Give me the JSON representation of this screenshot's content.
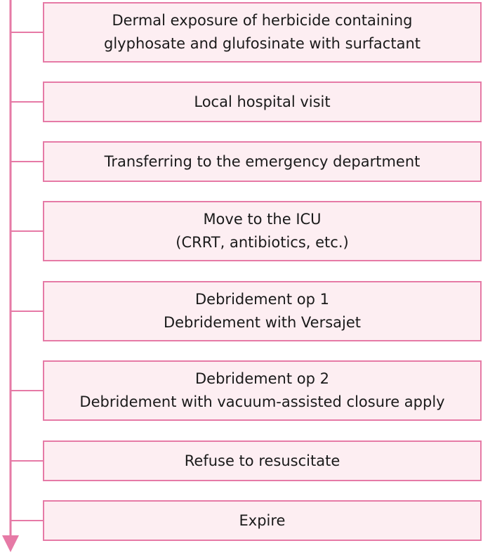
{
  "steps": [
    {
      "lines": [
        "Dermal exposure of herbicide containing",
        "glyphosate and glufosinate with surfactant"
      ]
    },
    {
      "lines": [
        "Local hospital visit"
      ]
    },
    {
      "lines": [
        "Transferring to the emergency department"
      ]
    },
    {
      "lines": [
        "Move to the ICU",
        "(CRRT, antibiotics, etc.)"
      ]
    },
    {
      "lines": [
        "Debridement op 1",
        "Debridement with Versajet"
      ]
    },
    {
      "lines": [
        "Debridement op 2",
        "Debridement with vacuum-assisted closure apply"
      ]
    },
    {
      "lines": [
        "Refuse to resuscitate"
      ]
    },
    {
      "lines": [
        "Expire"
      ]
    }
  ],
  "colors": {
    "accent": "#e67aa6",
    "box_fill": "#fdeef2",
    "text": "#1a1a1a"
  }
}
